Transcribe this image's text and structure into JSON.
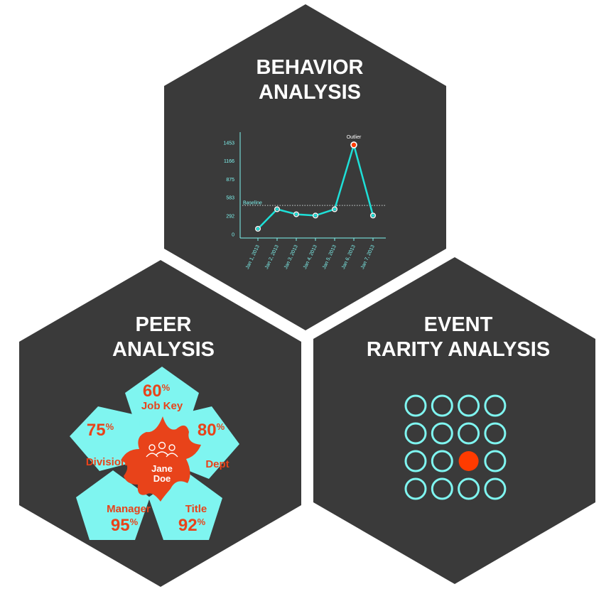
{
  "behavior": {
    "title_line1": "BEHAVIOR",
    "title_line2": "ANALYSIS",
    "baseline_label": "Baseline",
    "outlier_label": "Outlier"
  },
  "peer": {
    "title_line1": "PEER",
    "title_line2": "ANALYSIS",
    "person_line1": "Jane",
    "person_line2": "Doe",
    "segments": [
      {
        "label": "Job Key",
        "value": "60",
        "unit": "%"
      },
      {
        "label": "Dept",
        "value": "80",
        "unit": "%"
      },
      {
        "label": "Title",
        "value": "92",
        "unit": "%"
      },
      {
        "label": "Manager",
        "value": "95",
        "unit": "%"
      },
      {
        "label": "Division",
        "value": "75",
        "unit": "%"
      }
    ]
  },
  "rarity": {
    "title_line1": "EVENT",
    "title_line2": "RARITY ANALYSIS",
    "grid_rows": 4,
    "grid_cols": 4,
    "highlight_row": 2,
    "highlight_col": 2
  },
  "colors": {
    "hex_fill": "#3a3a3a",
    "accent_cyan": "#7ff5f0",
    "line_cyan": "#1ee0d8",
    "accent_red": "#e8431a",
    "outlier_red": "#ff3b00"
  },
  "chart_data": {
    "type": "line",
    "x": [
      "Jan 1, 2013",
      "Jan 2, 2013",
      "Jan 3, 2013",
      "Jan 4, 2013",
      "Jan 5, 2013",
      "Jan 6, 2013",
      "Jan 7, 2013"
    ],
    "y_ticks": [
      0,
      292,
      583,
      875,
      1166,
      1453
    ],
    "ylim": [
      0,
      1453
    ],
    "series": [
      {
        "values": [
          90,
          400,
          320,
          300,
          400,
          1420,
          300
        ]
      }
    ],
    "baseline_value": 460,
    "outlier_index": 5,
    "grid": false
  }
}
